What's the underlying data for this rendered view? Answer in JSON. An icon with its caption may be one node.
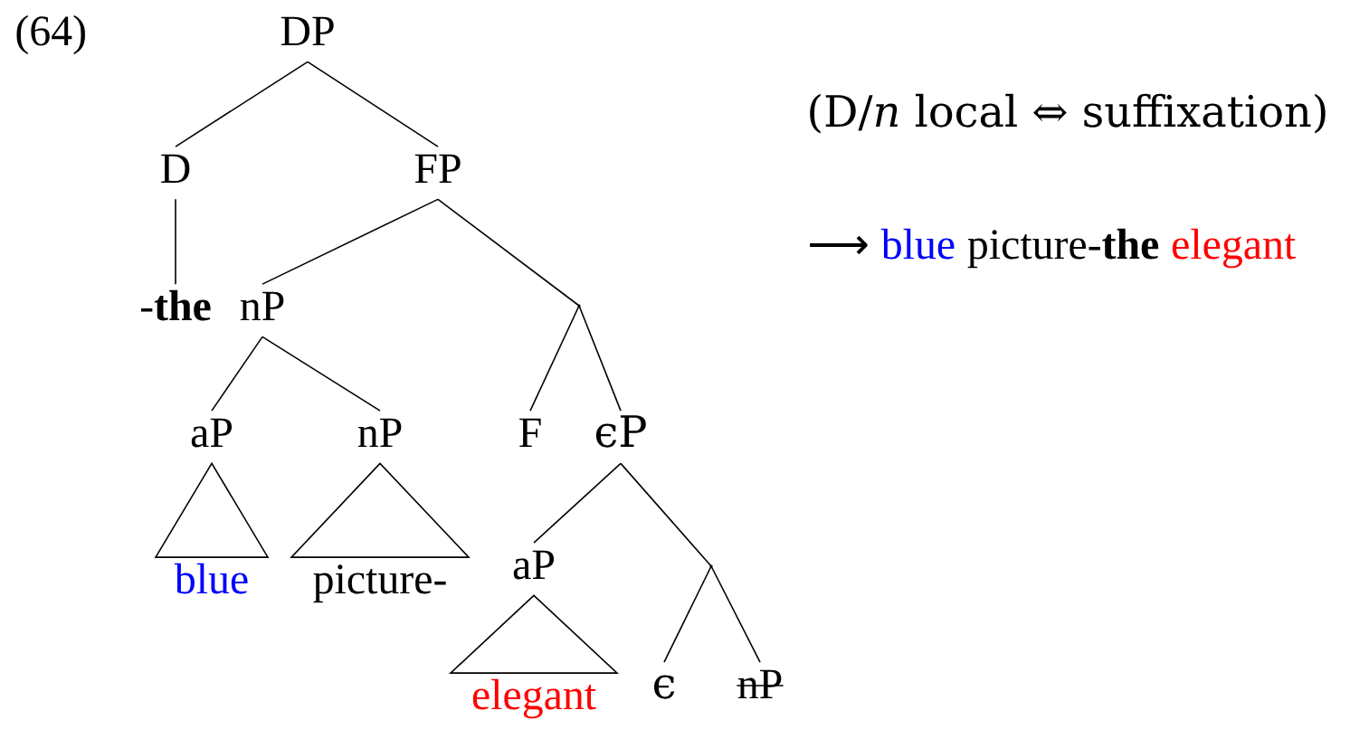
{
  "diagram": {
    "nodes": [
      {
        "text": [
          "DP"
        ]
      },
      {
        "text": [
          "D"
        ]
      },
      {
        "text": [
          "FP"
        ]
      },
      {
        "text": [
          "-**the**"
        ]
      },
      {
        "text": [
          "nP"
        ]
      },
      {
        "text": [],
        "shape": "point"
      },
      {
        "text": [
          "aP"
        ]
      },
      {
        "text": [
          "nP"
        ]
      },
      {
        "text": [
          "F"
        ]
      },
      {
        "text": [
          "ϵP"
        ]
      },
      {
        "text": [
          "blue"
        ]
      },
      {
        "text": [
          "picture-"
        ]
      },
      {
        "text": [],
        "shape": "point"
      },
      {
        "text": [
          "aP"
        ]
      },
      {
        "text": [
          "elegant"
        ]
      },
      {
        "text": [
          "ϵ"
        ]
      },
      {
        "text": [
          "nP"
        ]
      }
    ],
    "edges": [
      {
        "from": 0,
        "to": 1,
        "arrow": "none"
      },
      {
        "from": 0,
        "to": 2,
        "arrow": "none"
      },
      {
        "from": 1,
        "to": 3,
        "arrow": "none"
      },
      {
        "from": 2,
        "to": 4,
        "arrow": "none"
      },
      {
        "from": 2,
        "to": 5,
        "arrow": "none"
      },
      {
        "from": 4,
        "to": 6,
        "arrow": "none"
      },
      {
        "from": 4,
        "to": 7,
        "arrow": "none"
      },
      {
        "from": 5,
        "to": 8,
        "arrow": "none"
      },
      {
        "from": 5,
        "to": 9,
        "arrow": "none"
      },
      {
        "from": 6,
        "to": 10,
        "arrow": "none"
      },
      {
        "from": 7,
        "to": 11,
        "arrow": "none"
      },
      {
        "from": 9,
        "to": 13,
        "arrow": "none"
      },
      {
        "from": 9,
        "to": 12,
        "arrow": "none"
      },
      {
        "from": 13,
        "to": 14,
        "arrow": "none"
      },
      {
        "from": 12,
        "to": 15,
        "arrow": "none"
      },
      {
        "from": 12,
        "to": 16,
        "arrow": "none"
      }
    ],
    "labels": [
      "(64)",
      "(D/*n* local ⇔ suffixation)",
      "⟶",
      "blue",
      "picture-**the**",
      "elegant"
    ]
  }
}
